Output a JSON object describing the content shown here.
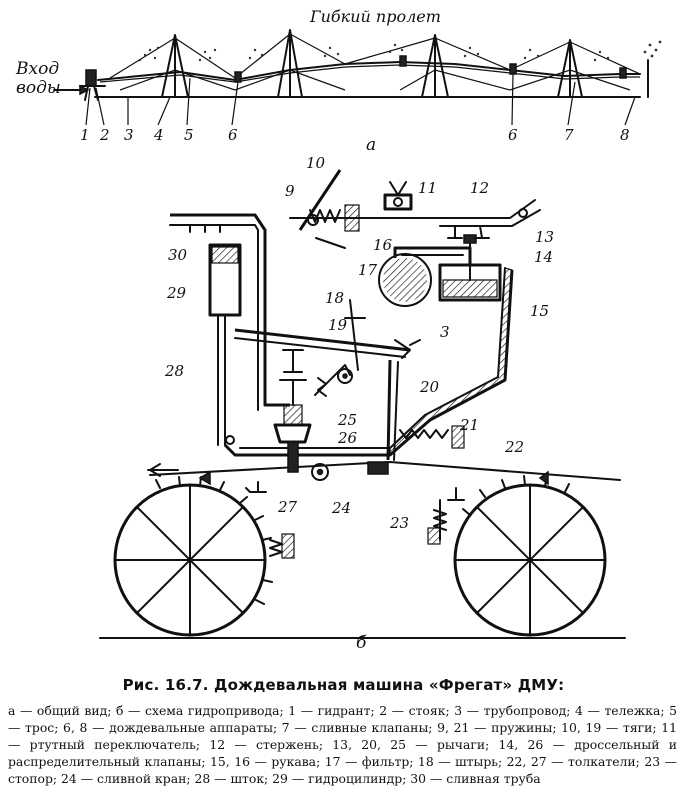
{
  "top_view": {
    "title": "Гибкий пролет",
    "inlet": [
      "Вход",
      "воды"
    ],
    "label_a": "а",
    "labels": [
      "1",
      "2",
      "3",
      "4",
      "5",
      "6",
      "6",
      "7",
      "8"
    ]
  },
  "scheme": {
    "label_b": "б",
    "labels": {
      "n9": "9",
      "n10": "10",
      "n11": "11",
      "n12": "12",
      "n13": "13",
      "n14": "14",
      "n15": "15",
      "n16": "16",
      "n17": "17",
      "n3": "3",
      "n18": "18",
      "n19": "19",
      "n20": "20",
      "n21": "21",
      "n22": "22",
      "n23": "23",
      "n24": "24",
      "n25": "25",
      "n26": "26",
      "n27": "27",
      "n28": "28",
      "n29": "29",
      "n30": "30"
    }
  },
  "caption": {
    "title": "Рис. 16.7. Дождевальная машина «Фрегат» ДМУ:",
    "legend": "а — общий вид; б — схема гидропривода; 1 — гидрант; 2 — стояк; 3 — трубопровод; 4 — тележка; 5 — трос; 6, 8 — дождевальные аппараты; 7 — сливные клапаны; 9, 21 — пружины; 10, 19 — тяги; 11 — ртутный переключатель; 12 — стержень; 13, 20, 25 — рычаги; 14, 26 — дроссельный и распределительный клапаны; 15, 16 — рукава; 17 — фильтр; 18 — штырь; 22, 27 — толкатели; 23 — стопор; 24 — сливной кран; 28 — шток; 29 — гидроцилиндр; 30 — сливная труба"
  }
}
